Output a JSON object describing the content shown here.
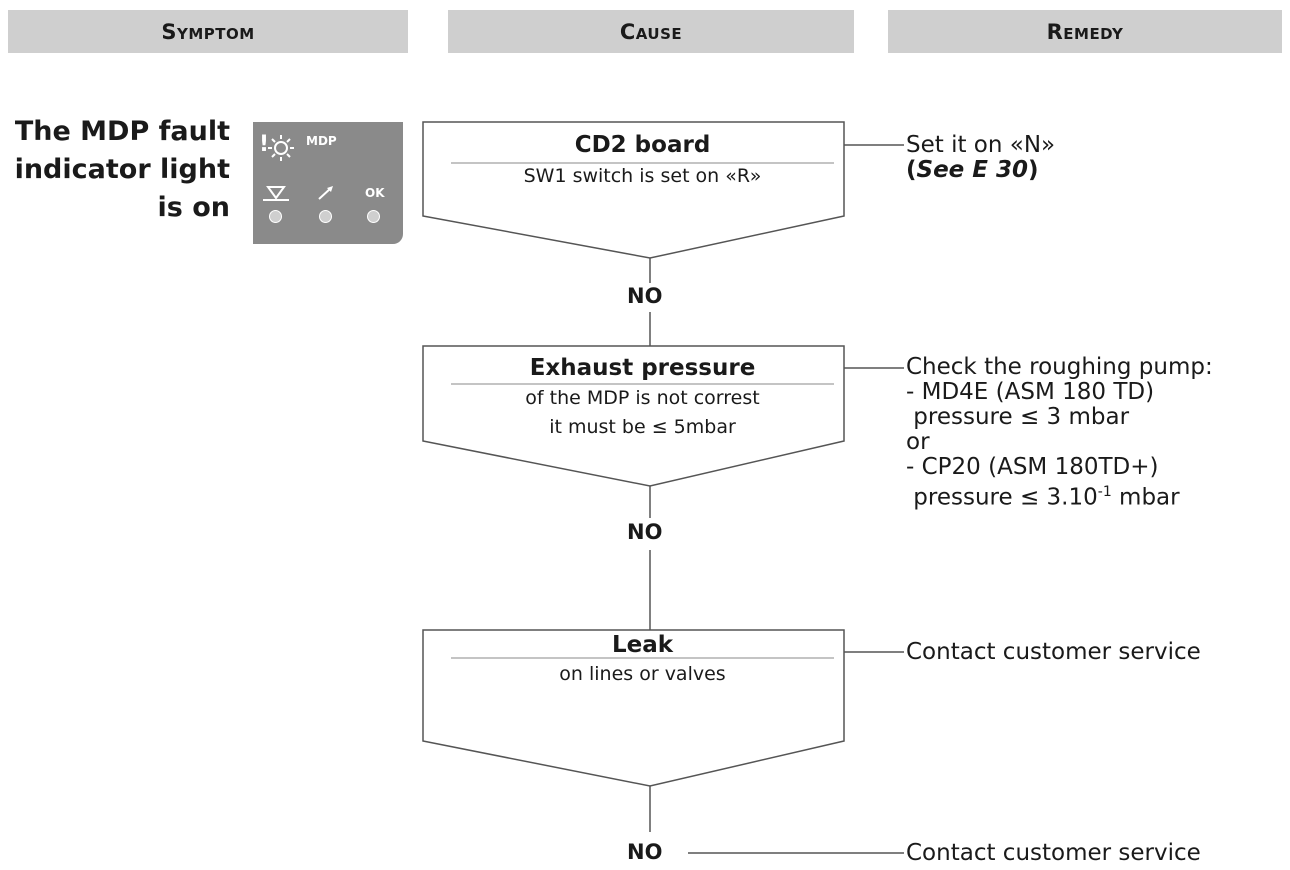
{
  "headers": {
    "symptom": "Symptom",
    "cause": "Cause",
    "remedy": "Remedy"
  },
  "symptom": {
    "line1": "The MDP fault",
    "line2": "indicator light",
    "line3": "is on"
  },
  "panel": {
    "mdp_label": "MDP",
    "ok_label": "OK"
  },
  "causes": [
    {
      "title": "CD2 board",
      "sub1": "SW1 switch is set on «R»",
      "sub2": ""
    },
    {
      "title": "Exhaust pressure",
      "sub1": "of the MDP is not correst",
      "sub2": "it must be ≤ 5mbar"
    },
    {
      "title": "Leak",
      "sub1": "on lines or valves",
      "sub2": ""
    }
  ],
  "no_labels": [
    "NO",
    "NO",
    "NO"
  ],
  "remedies": {
    "r1_line1": "Set it on «N»",
    "r1_open": "(",
    "r1_see": "See E 30",
    "r1_close": ")",
    "r2_line1": "Check the roughing pump:",
    "r2_line2": "- MD4E (ASM 180 TD)",
    "r2_line3": " pressure ≤ 3 mbar",
    "r2_line4": "or",
    "r2_line5": "- CP20 (ASM 180TD+)",
    "r2_line6_a": " pressure ≤ 3.10",
    "r2_line6_sup": "-1",
    "r2_line6_b": " mbar",
    "r3": "Contact customer service",
    "r4": "Contact customer service"
  }
}
